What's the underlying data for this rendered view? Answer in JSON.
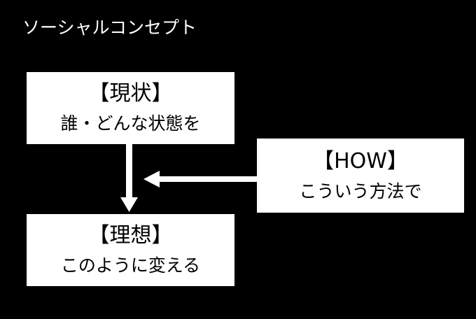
{
  "title": "ソーシャルコンセプト",
  "current": {
    "heading": "【現状】",
    "text": "誰・どんな状態を"
  },
  "ideal": {
    "heading": "【理想】",
    "text": "このように変える"
  },
  "how": {
    "heading": "【HOW】",
    "text": "こういう方法で"
  },
  "colors": {
    "background": "#000000",
    "box": "#ffffff",
    "text": "#000000",
    "arrow": "#ffffff"
  }
}
